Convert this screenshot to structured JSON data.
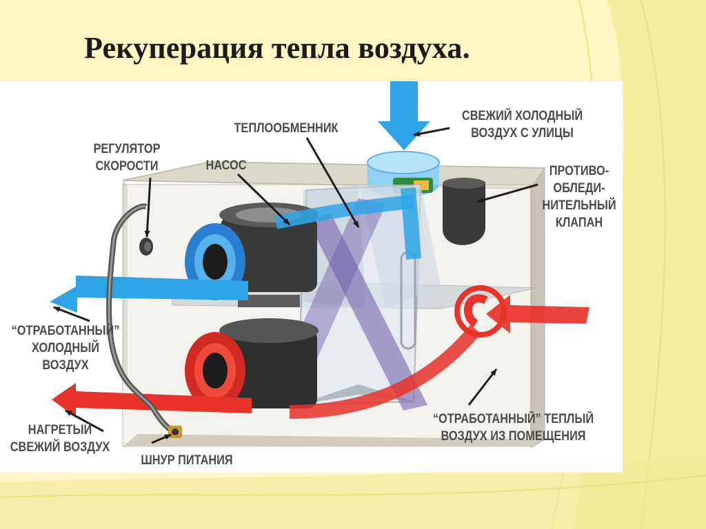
{
  "slide": {
    "title": "Рекуперация тепла воздуха."
  },
  "diagram": {
    "labels": {
      "speed_regulator": [
        "РЕГУЛЯТОР",
        "СКОРОСТИ"
      ],
      "pump": [
        "НАСОС"
      ],
      "heat_exchanger": [
        "ТЕПЛООБМЕННИК"
      ],
      "fresh_cold_air": [
        "СВЕЖИЙ ХОЛОДНЫЙ",
        "ВОЗДУХ С УЛИЦЫ"
      ],
      "anti_icing_valve": [
        "ПРОТИВО-",
        "ОБЛЕДИ-",
        "НИТЕЛЬНЫЙ",
        "КЛАПАН"
      ],
      "exhaust_cold_air": [
        "“ОТРАБОТАННЫЙ”",
        "ХОЛОДНЫЙ",
        "ВОЗДУХ"
      ],
      "heated_fresh_air": [
        "НАГРЕТЫЙ",
        "СВЕЖИЙ ВОЗДУХ"
      ],
      "power_cord": [
        "ШНУР ПИТАНИЯ"
      ],
      "exhaust_warm_air": [
        "“ОТРАБОТАННЫЙ” ТЕПЛЫЙ",
        "ВОЗДУХ ИЗ ПОМЕЩЕНИЯ"
      ]
    },
    "colors": {
      "cold_air": "#2ea4e6",
      "warm_air": "#e8332a",
      "pointer": "#1e1e1e",
      "label_text": "#4b4b4b"
    }
  }
}
